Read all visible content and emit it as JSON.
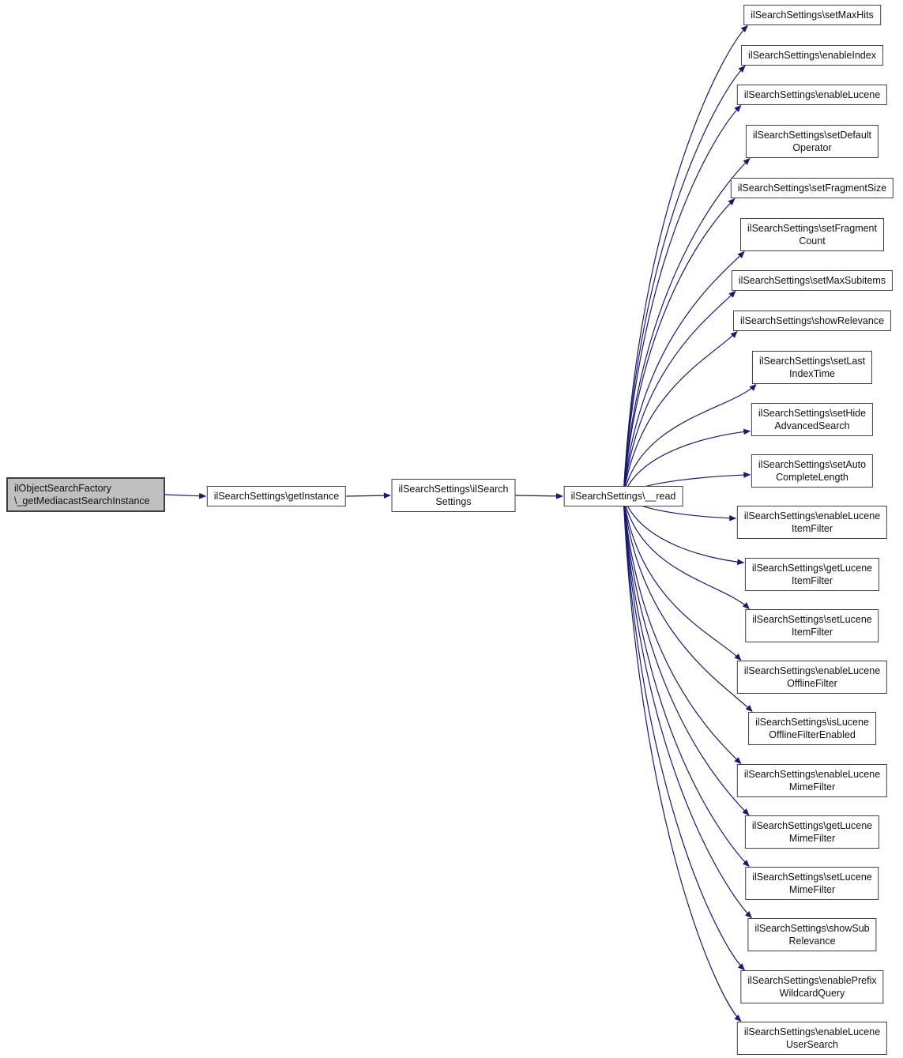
{
  "graph": {
    "root": {
      "label": "ilObjectSearchFactory\n\\_getMediacastSearchInstance"
    },
    "chain": [
      {
        "label": "ilSearchSettings\\getInstance"
      },
      {
        "label": "ilSearchSettings\\ilSearch\nSettings"
      },
      {
        "label": "ilSearchSettings\\__read"
      }
    ],
    "callees": [
      {
        "label": "ilSearchSettings\\setMaxHits"
      },
      {
        "label": "ilSearchSettings\\enableIndex"
      },
      {
        "label": "ilSearchSettings\\enableLucene"
      },
      {
        "label": "ilSearchSettings\\setDefault\nOperator"
      },
      {
        "label": "ilSearchSettings\\setFragmentSize"
      },
      {
        "label": "ilSearchSettings\\setFragment\nCount"
      },
      {
        "label": "ilSearchSettings\\setMaxSubitems"
      },
      {
        "label": "ilSearchSettings\\showRelevance"
      },
      {
        "label": "ilSearchSettings\\setLast\nIndexTime"
      },
      {
        "label": "ilSearchSettings\\setHide\nAdvancedSearch"
      },
      {
        "label": "ilSearchSettings\\setAuto\nCompleteLength"
      },
      {
        "label": "ilSearchSettings\\enableLucene\nItemFilter"
      },
      {
        "label": "ilSearchSettings\\getLucene\nItemFilter"
      },
      {
        "label": "ilSearchSettings\\setLucene\nItemFilter"
      },
      {
        "label": "ilSearchSettings\\enableLucene\nOfflineFilter"
      },
      {
        "label": "ilSearchSettings\\isLucene\nOfflineFilterEnabled"
      },
      {
        "label": "ilSearchSettings\\enableLucene\nMimeFilter"
      },
      {
        "label": "ilSearchSettings\\getLucene\nMimeFilter"
      },
      {
        "label": "ilSearchSettings\\setLucene\nMimeFilter"
      },
      {
        "label": "ilSearchSettings\\showSub\nRelevance"
      },
      {
        "label": "ilSearchSettings\\enablePrefix\nWildcardQuery"
      },
      {
        "label": "ilSearchSettings\\enableLucene\nUserSearch"
      }
    ],
    "colors": {
      "edge": "#191970",
      "border": "#404040",
      "node_fill": "#ffffff",
      "root_fill": "#c0c0c0",
      "text": "#111111",
      "background": "#ffffff"
    }
  }
}
